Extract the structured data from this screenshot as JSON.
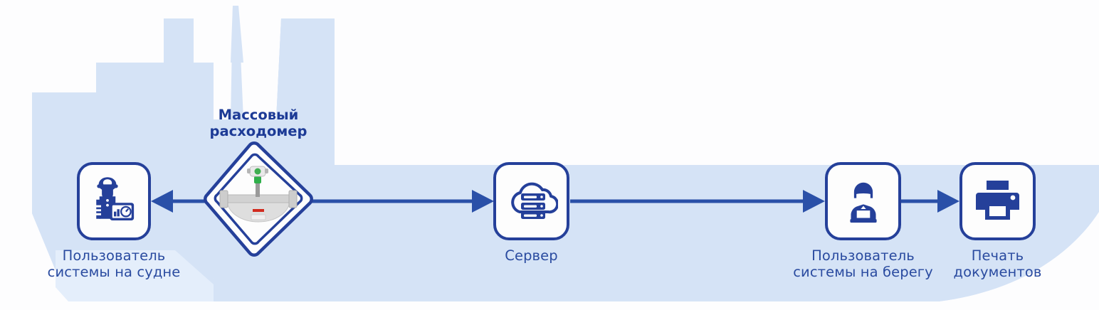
{
  "diagram": {
    "title_node": {
      "id": "flowmeter",
      "label": "Массовый\nрасходомер",
      "label_line1": "Массовый",
      "label_line2": "расходомер",
      "icon": "mass-flowmeter-icon",
      "shape": "diamond-double-outline"
    },
    "nodes": [
      {
        "id": "ship-user",
        "label_line1": "Пользователь",
        "label_line2": "системы на судне",
        "icon": "ship-officer-with-monitor-icon",
        "shape": "rounded-square"
      },
      {
        "id": "server",
        "label_line1": "Сервер",
        "label_line2": "",
        "icon": "cloud-server-icon",
        "shape": "rounded-square"
      },
      {
        "id": "shore-user",
        "label_line1": "Пользователь",
        "label_line2": "системы на берегу",
        "icon": "person-with-laptop-icon",
        "shape": "rounded-square"
      },
      {
        "id": "printer",
        "label_line1": "Печать",
        "label_line2": "документов",
        "icon": "printer-icon",
        "shape": "rounded-square"
      }
    ],
    "connections": [
      {
        "id": "flowmeter-to-ship-user",
        "from": "flowmeter",
        "to": "ship-user",
        "direction": "left"
      },
      {
        "id": "flowmeter-to-server",
        "from": "flowmeter",
        "to": "server",
        "direction": "right"
      },
      {
        "id": "server-to-shore-user",
        "from": "server",
        "to": "shore-user",
        "direction": "right"
      },
      {
        "id": "shore-user-to-printer",
        "from": "shore-user",
        "to": "printer",
        "direction": "right"
      }
    ],
    "background": {
      "shape": "ship-silhouette",
      "fill": "#d5e3f6"
    },
    "colors": {
      "accent": "#25409a",
      "line": "#2a50a8",
      "label_text": "#2a4ba0",
      "title_text": "#1d3b96",
      "ship_fill": "#d5e3f6",
      "node_fill": "#fdfdfd",
      "page_bg": "#fdfdfe"
    }
  }
}
